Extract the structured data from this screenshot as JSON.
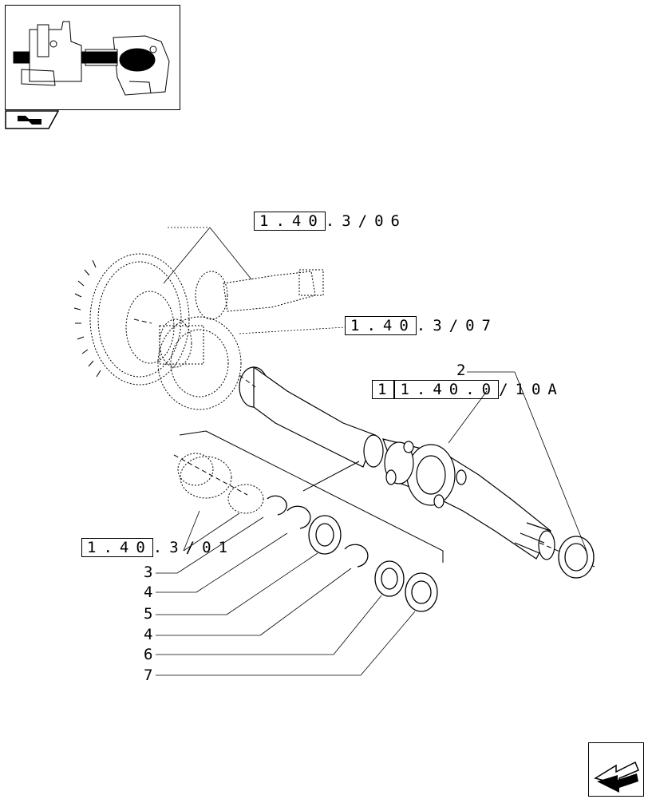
{
  "references": {
    "ref_1": {
      "boxed": "1.40",
      "rest": ".3/06"
    },
    "ref_2": {
      "boxed": "1.40",
      "rest": ".3/07"
    },
    "ref_3": {
      "prefix": "1",
      "boxed": "1.40.0",
      "rest": "/10A"
    },
    "ref_4": {
      "boxed": "1.40",
      "rest": ".3/01"
    }
  },
  "callouts": [
    "2",
    "3",
    "4",
    "5",
    "4",
    "6",
    "7"
  ],
  "icons": {
    "thumbnail": "axle-assembly-thumbnail",
    "tab": "section-flag-icon",
    "nav": "next-page-arrow-icon"
  }
}
